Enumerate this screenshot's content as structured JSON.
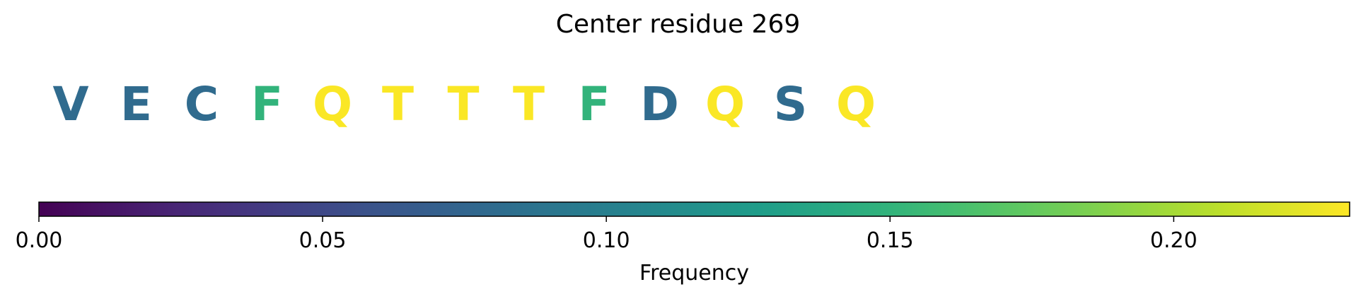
{
  "chart_data": {
    "type": "sequence-logo",
    "title": "Center residue 269",
    "residues": [
      {
        "letter": "V",
        "frequency": 0.08
      },
      {
        "letter": "E",
        "frequency": 0.08
      },
      {
        "letter": "C",
        "frequency": 0.08
      },
      {
        "letter": "F",
        "frequency": 0.15
      },
      {
        "letter": "Q",
        "frequency": 0.23
      },
      {
        "letter": "T",
        "frequency": 0.23
      },
      {
        "letter": "T",
        "frequency": 0.23
      },
      {
        "letter": "T",
        "frequency": 0.23
      },
      {
        "letter": "F",
        "frequency": 0.15
      },
      {
        "letter": "D",
        "frequency": 0.08
      },
      {
        "letter": "Q",
        "frequency": 0.23
      },
      {
        "letter": "S",
        "frequency": 0.08
      },
      {
        "letter": "Q",
        "frequency": 0.23
      }
    ],
    "colorbar": {
      "colormap": "viridis",
      "range": [
        0,
        0.231
      ],
      "ticks": [
        0.0,
        0.05,
        0.1,
        0.15,
        0.2
      ],
      "tick_labels": [
        "0.00",
        "0.05",
        "0.10",
        "0.15",
        "0.20"
      ],
      "label": "Frequency",
      "orientation": "horizontal"
    }
  }
}
